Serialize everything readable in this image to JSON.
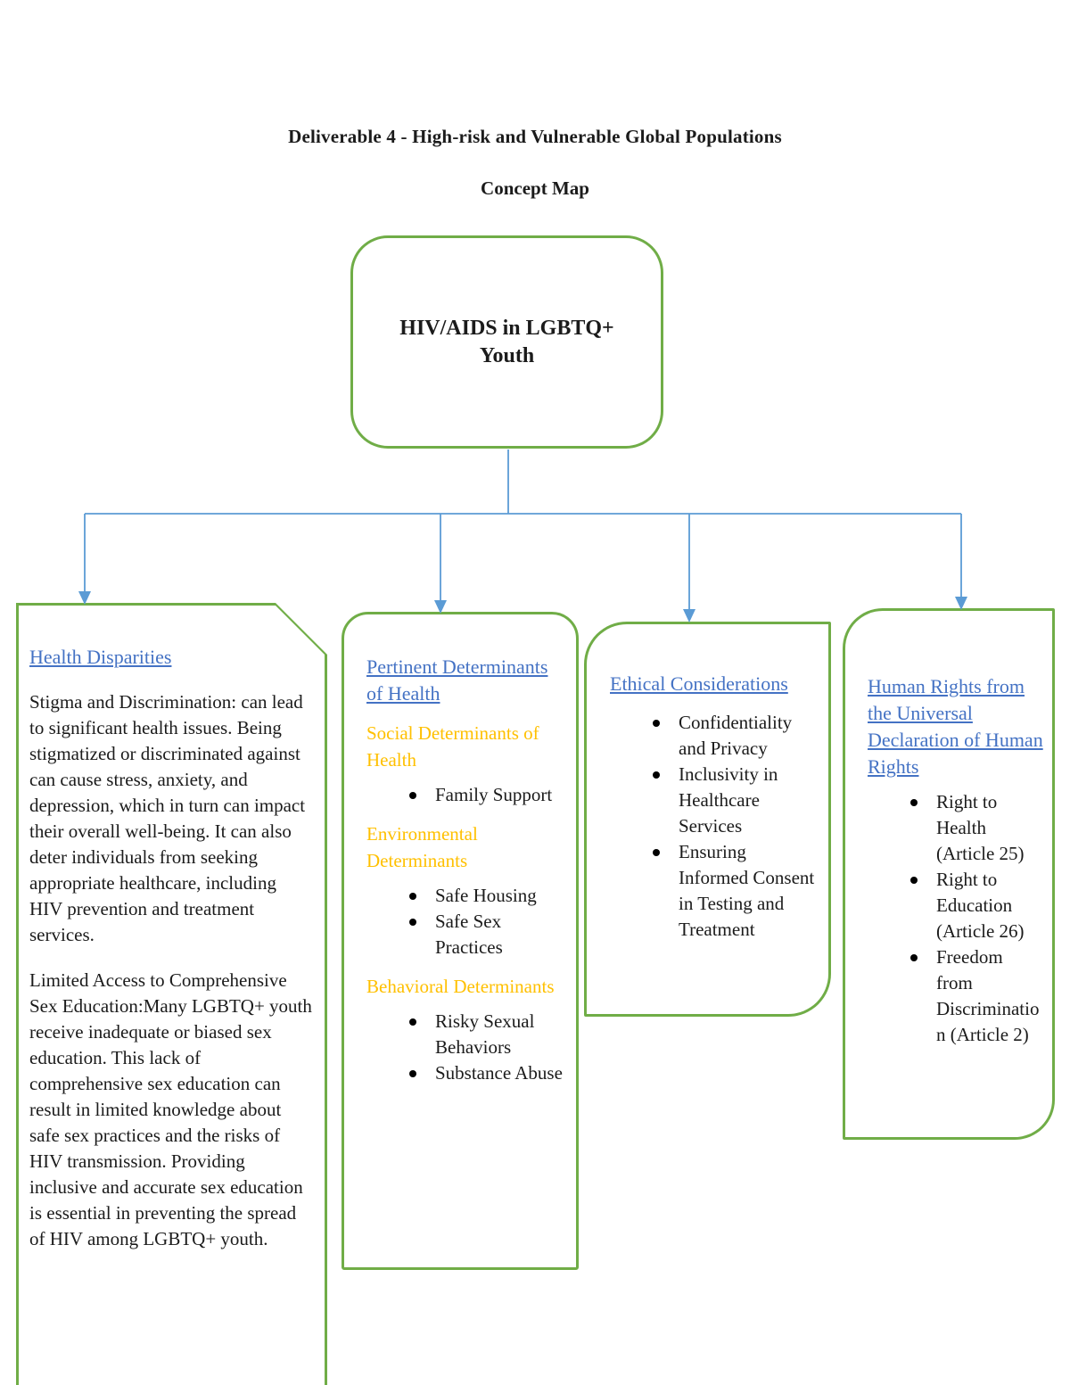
{
  "page": {
    "title": "Deliverable 4 - High-risk and Vulnerable Global Populations",
    "subtitle": "Concept Map"
  },
  "colors": {
    "box_border_green": "#70AD47",
    "connector_blue": "#5B9BD5",
    "heading_link_blue": "#4472C4",
    "subhead_orange": "#FFC000",
    "body_text": "#1b1b1b"
  },
  "root_node": {
    "label": "HIV/AIDS in LGBTQ+ Youth"
  },
  "edges": [
    {
      "from": "HIV/AIDS in LGBTQ+ Youth",
      "to": "Health Disparities"
    },
    {
      "from": "HIV/AIDS in LGBTQ+ Youth",
      "to": "Pertinent Determinants of Health"
    },
    {
      "from": "HIV/AIDS in LGBTQ+ Youth",
      "to": "Ethical Considerations"
    },
    {
      "from": "HIV/AIDS in LGBTQ+ Youth",
      "to": "Human Rights from the Universal Declaration of Human Rights"
    }
  ],
  "branches": {
    "health_disparities": {
      "heading": "Health Disparities",
      "paragraphs": [
        "Stigma and Discrimination: can lead to significant health issues. Being stigmatized or discriminated against can cause stress, anxiety, and depression, which in turn can impact their overall well-being. It can also deter individuals from seeking appropriate healthcare, including HIV prevention and treatment services.",
        "Limited Access to Comprehensive Sex Education:Many LGBTQ+ youth receive inadequate or biased sex education. This lack of comprehensive sex education can result in limited knowledge about safe sex practices and the risks of HIV transmission. Providing inclusive and accurate sex education is essential in preventing the spread of HIV among LGBTQ+ youth."
      ]
    },
    "determinants": {
      "heading": "Pertinent Determinants of Health",
      "sections": [
        {
          "label": "Social Determinants of Health",
          "items": [
            "Family Support"
          ]
        },
        {
          "label": "Environmental Determinants",
          "items": [
            "Safe Housing",
            "Safe Sex Practices"
          ]
        },
        {
          "label": "Behavioral Determinants",
          "items": [
            "Risky Sexual Behaviors",
            "Substance Abuse"
          ]
        }
      ]
    },
    "ethical": {
      "heading": "Ethical Considerations",
      "items": [
        "Confidentiality and Privacy",
        "Inclusivity in Healthcare Services",
        "Ensuring Informed Consent in Testing and Treatment"
      ]
    },
    "human_rights": {
      "heading": "Human Rights from the Universal Declaration of Human Rights",
      "items": [
        "Right to Health (Article 25)",
        "Right to Education (Article 26)",
        "Freedom from Discrimination (Article 2)"
      ]
    }
  }
}
